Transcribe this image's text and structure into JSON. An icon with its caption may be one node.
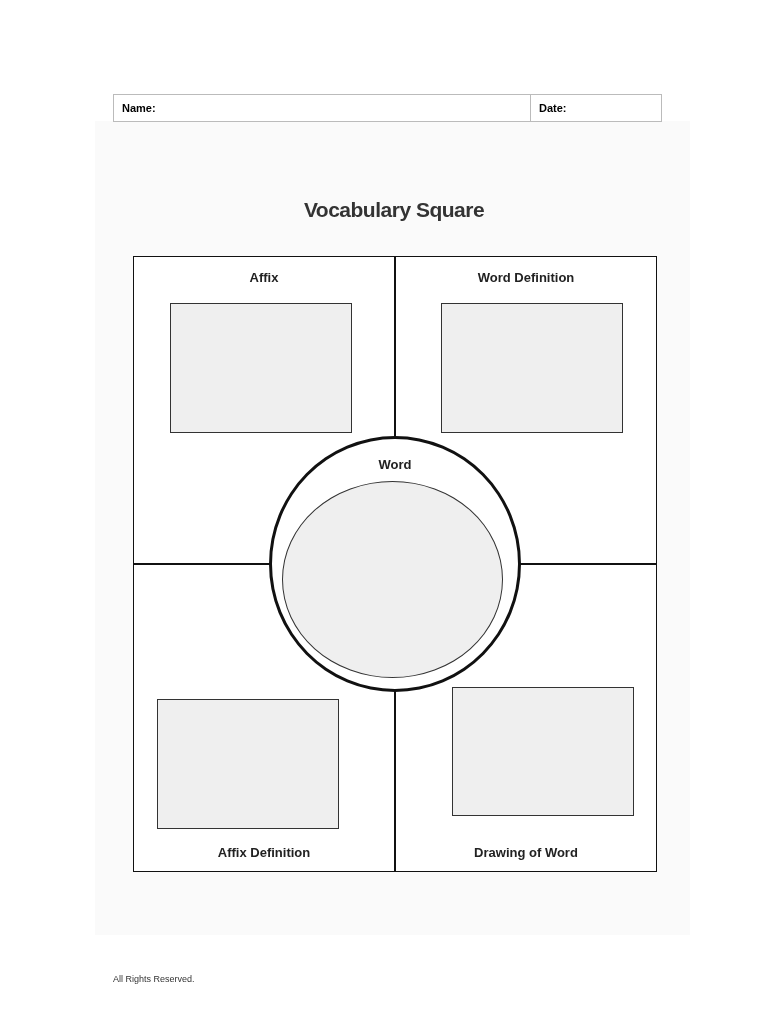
{
  "diagram": {
    "title": "Vocabulary Square",
    "nodes": [
      {
        "text": [
          "Affix"
        ]
      },
      {
        "text": [],
        "shape": "box",
        "in": 0
      },
      {
        "text": [
          "Word Definition"
        ]
      },
      {
        "text": [],
        "shape": "box",
        "in": 2
      },
      {
        "text": [
          "Word"
        ]
      },
      {
        "text": [],
        "shape": "circle",
        "in": 4
      },
      {
        "text": [
          "Affix Definition"
        ]
      },
      {
        "text": [],
        "shape": "box",
        "in": 6
      },
      {
        "text": [
          "Drawing of Word"
        ]
      },
      {
        "text": [],
        "shape": "box",
        "in": 8
      }
    ],
    "labels": [
      "Name:",
      "Date:",
      "All Rights Reserved."
    ]
  }
}
